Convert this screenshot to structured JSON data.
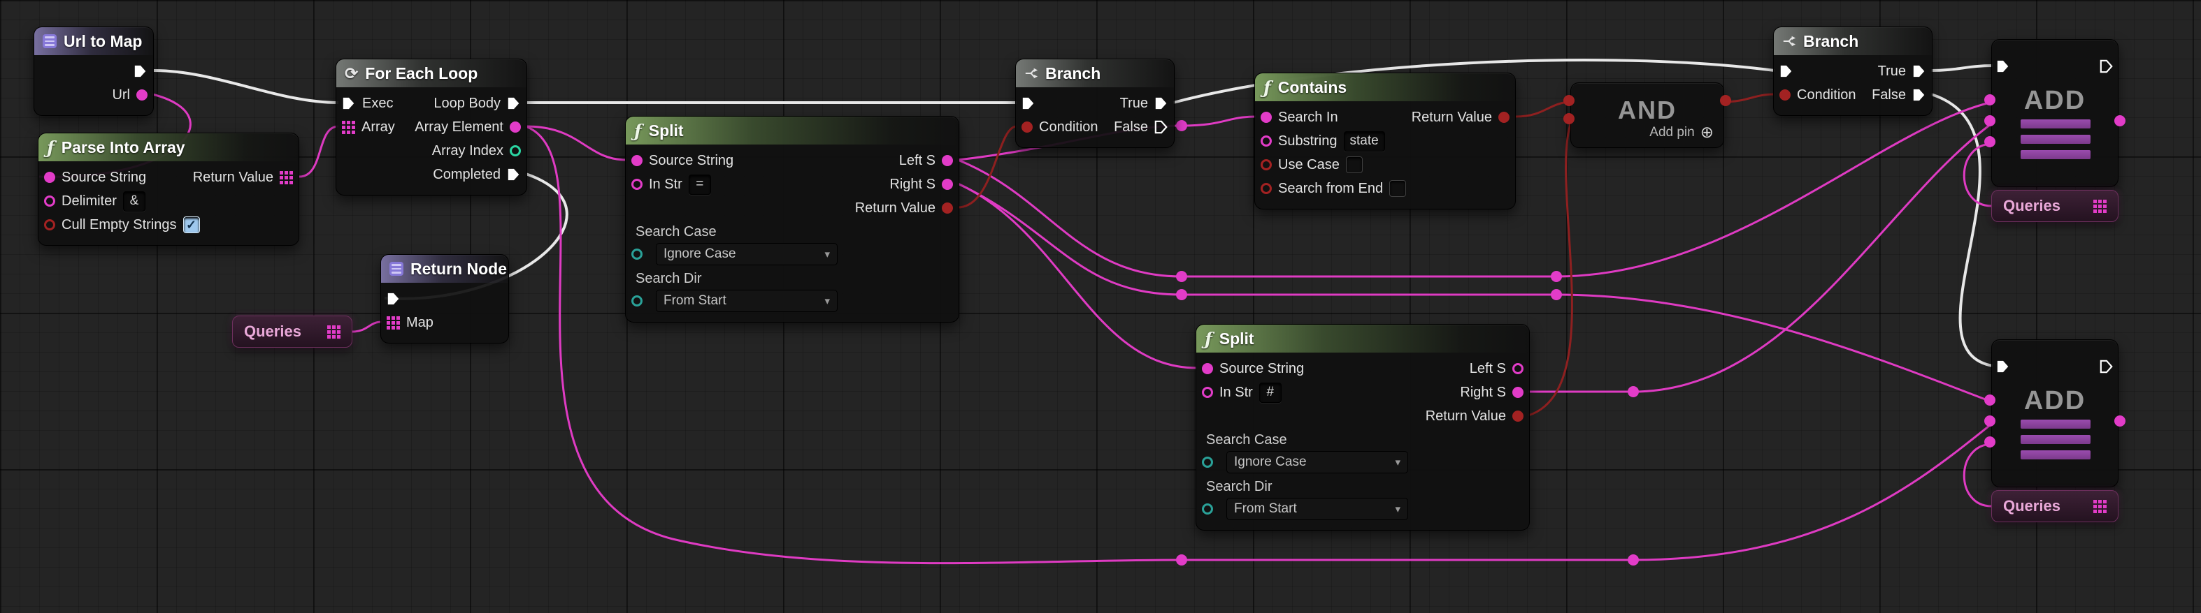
{
  "icons": {
    "fn_glyph": "ƒ",
    "chevron_down": "▾",
    "loop_glyph": "⟳",
    "add_pin_plus": "⊕",
    "check": "✓"
  },
  "colors": {
    "string_pin": "#e23cc8",
    "bool_pin": "#a32222",
    "int_pin": "#2bd6a3",
    "enum_pin": "#2aa198",
    "exec_pin": "#ffffff",
    "wire_red": "#8e2020",
    "header_green": "#7da05f",
    "header_purple": "#877db4",
    "variable_pink": "#e9a8d8"
  },
  "graph": {
    "nodes": {
      "url_to_map": {
        "title": "Url to Map",
        "pins": {
          "url": "Url"
        }
      },
      "parse_into_array": {
        "title": "Parse Into Array",
        "pins": {
          "source_string": "Source String",
          "return_value": "Return Value",
          "delimiter": "Delimiter",
          "cull_empty_strings": "Cull Empty Strings"
        },
        "fields": {
          "delimiter_value": "&"
        }
      },
      "for_each_loop": {
        "title": "For Each Loop",
        "pins": {
          "exec": "Exec",
          "loop_body": "Loop Body",
          "array": "Array",
          "array_element": "Array Element",
          "array_index": "Array Index",
          "completed": "Completed"
        }
      },
      "return_node": {
        "title": "Return Node",
        "pins": {
          "map": "Map"
        }
      },
      "queries_1": {
        "title": "Queries"
      },
      "split_1": {
        "title": "Split",
        "pins": {
          "source_string": "Source String",
          "left_s": "Left S",
          "in_str": "In Str",
          "right_s": "Right S",
          "return_value": "Return Value",
          "search_case": "Search Case",
          "search_dir": "Search Dir"
        },
        "fields": {
          "in_str_value": "=",
          "search_case_value": "Ignore Case",
          "search_dir_value": "From Start"
        }
      },
      "branch_1": {
        "title": "Branch",
        "pins": {
          "condition": "Condition",
          "true_out": "True",
          "false_out": "False"
        }
      },
      "contains": {
        "title": "Contains",
        "pins": {
          "search_in": "Search In",
          "return_value": "Return Value",
          "substring": "Substring",
          "use_case": "Use Case",
          "search_from_end": "Search from End"
        },
        "fields": {
          "substring_value": "state"
        }
      },
      "and_node": {
        "title": "AND",
        "add_pin_label": "Add pin"
      },
      "branch_2": {
        "title": "Branch",
        "pins": {
          "condition": "Condition",
          "true_out": "True",
          "false_out": "False"
        }
      },
      "add_1": {
        "title": "ADD"
      },
      "queries_2": {
        "title": "Queries"
      },
      "split_2": {
        "title": "Split",
        "pins": {
          "source_string": "Source String",
          "left_s": "Left S",
          "in_str": "In Str",
          "right_s": "Right S",
          "return_value": "Return Value",
          "search_case": "Search Case",
          "search_dir": "Search Dir"
        },
        "fields": {
          "in_str_value": "#",
          "search_case_value": "Ignore Case",
          "search_dir_value": "From Start"
        }
      },
      "add_2": {
        "title": "ADD"
      },
      "queries_3": {
        "title": "Queries"
      }
    }
  }
}
